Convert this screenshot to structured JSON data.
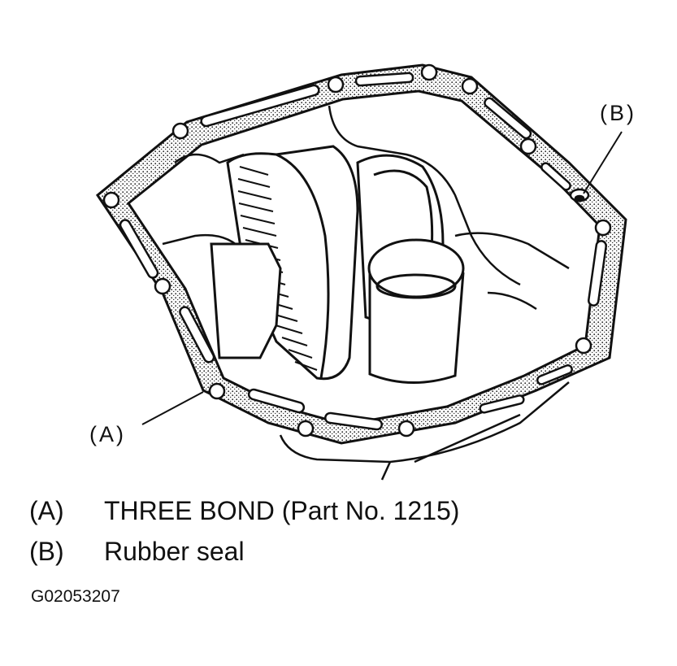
{
  "callouts": {
    "a": "(A)",
    "b": "(B)"
  },
  "legend": [
    {
      "key": "(A)",
      "text": "THREE BOND (Part No. 1215)"
    },
    {
      "key": "(B)",
      "text": "Rubber seal"
    }
  ],
  "figure_id": "G02053207"
}
